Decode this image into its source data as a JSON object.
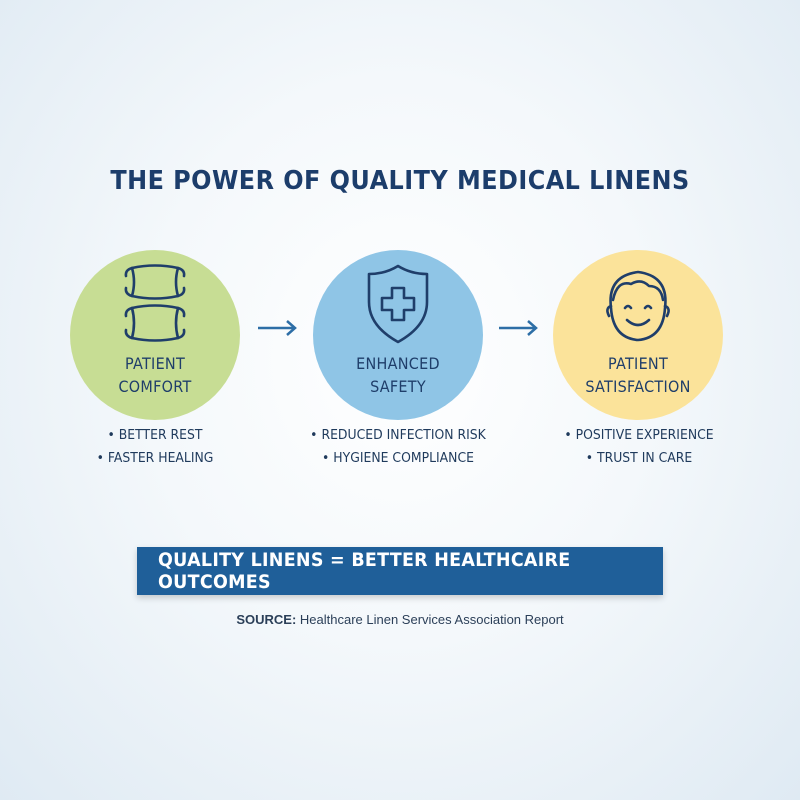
{
  "title": "THE POWER OF QUALITY MEDICAL LINENS",
  "steps": [
    {
      "label_line1": "PATIENT",
      "label_line2": "COMFORT",
      "icon": "pillow-icon",
      "color": "#c7dd94",
      "bullets": [
        "BETTER REST",
        "FASTER HEALING"
      ]
    },
    {
      "label_line1": "ENHANCED",
      "label_line2": "SAFETY",
      "icon": "shield-cross-icon",
      "color": "#8fc5e6",
      "bullets": [
        "REDUCED INFECTION RISK",
        "HYGIENE COMPLIANCE"
      ]
    },
    {
      "label_line1": "PATIENT",
      "label_line2": "SATISFACTION",
      "icon": "smiling-face-icon",
      "color": "#fbe39a",
      "bullets": [
        "POSITIVE EXPERIENCE",
        "TRUST IN CARE"
      ]
    }
  ],
  "banner": "QUALITY LINENS = BETTER HEALTHCAIRE OUTCOMES",
  "source_prefix": "SOURCE:",
  "source_text": "Healthcare Linen Services Association Report",
  "colors": {
    "title": "#1c3d6b",
    "banner_bg": "#1f5f99",
    "arrow": "#2d6ea6"
  }
}
